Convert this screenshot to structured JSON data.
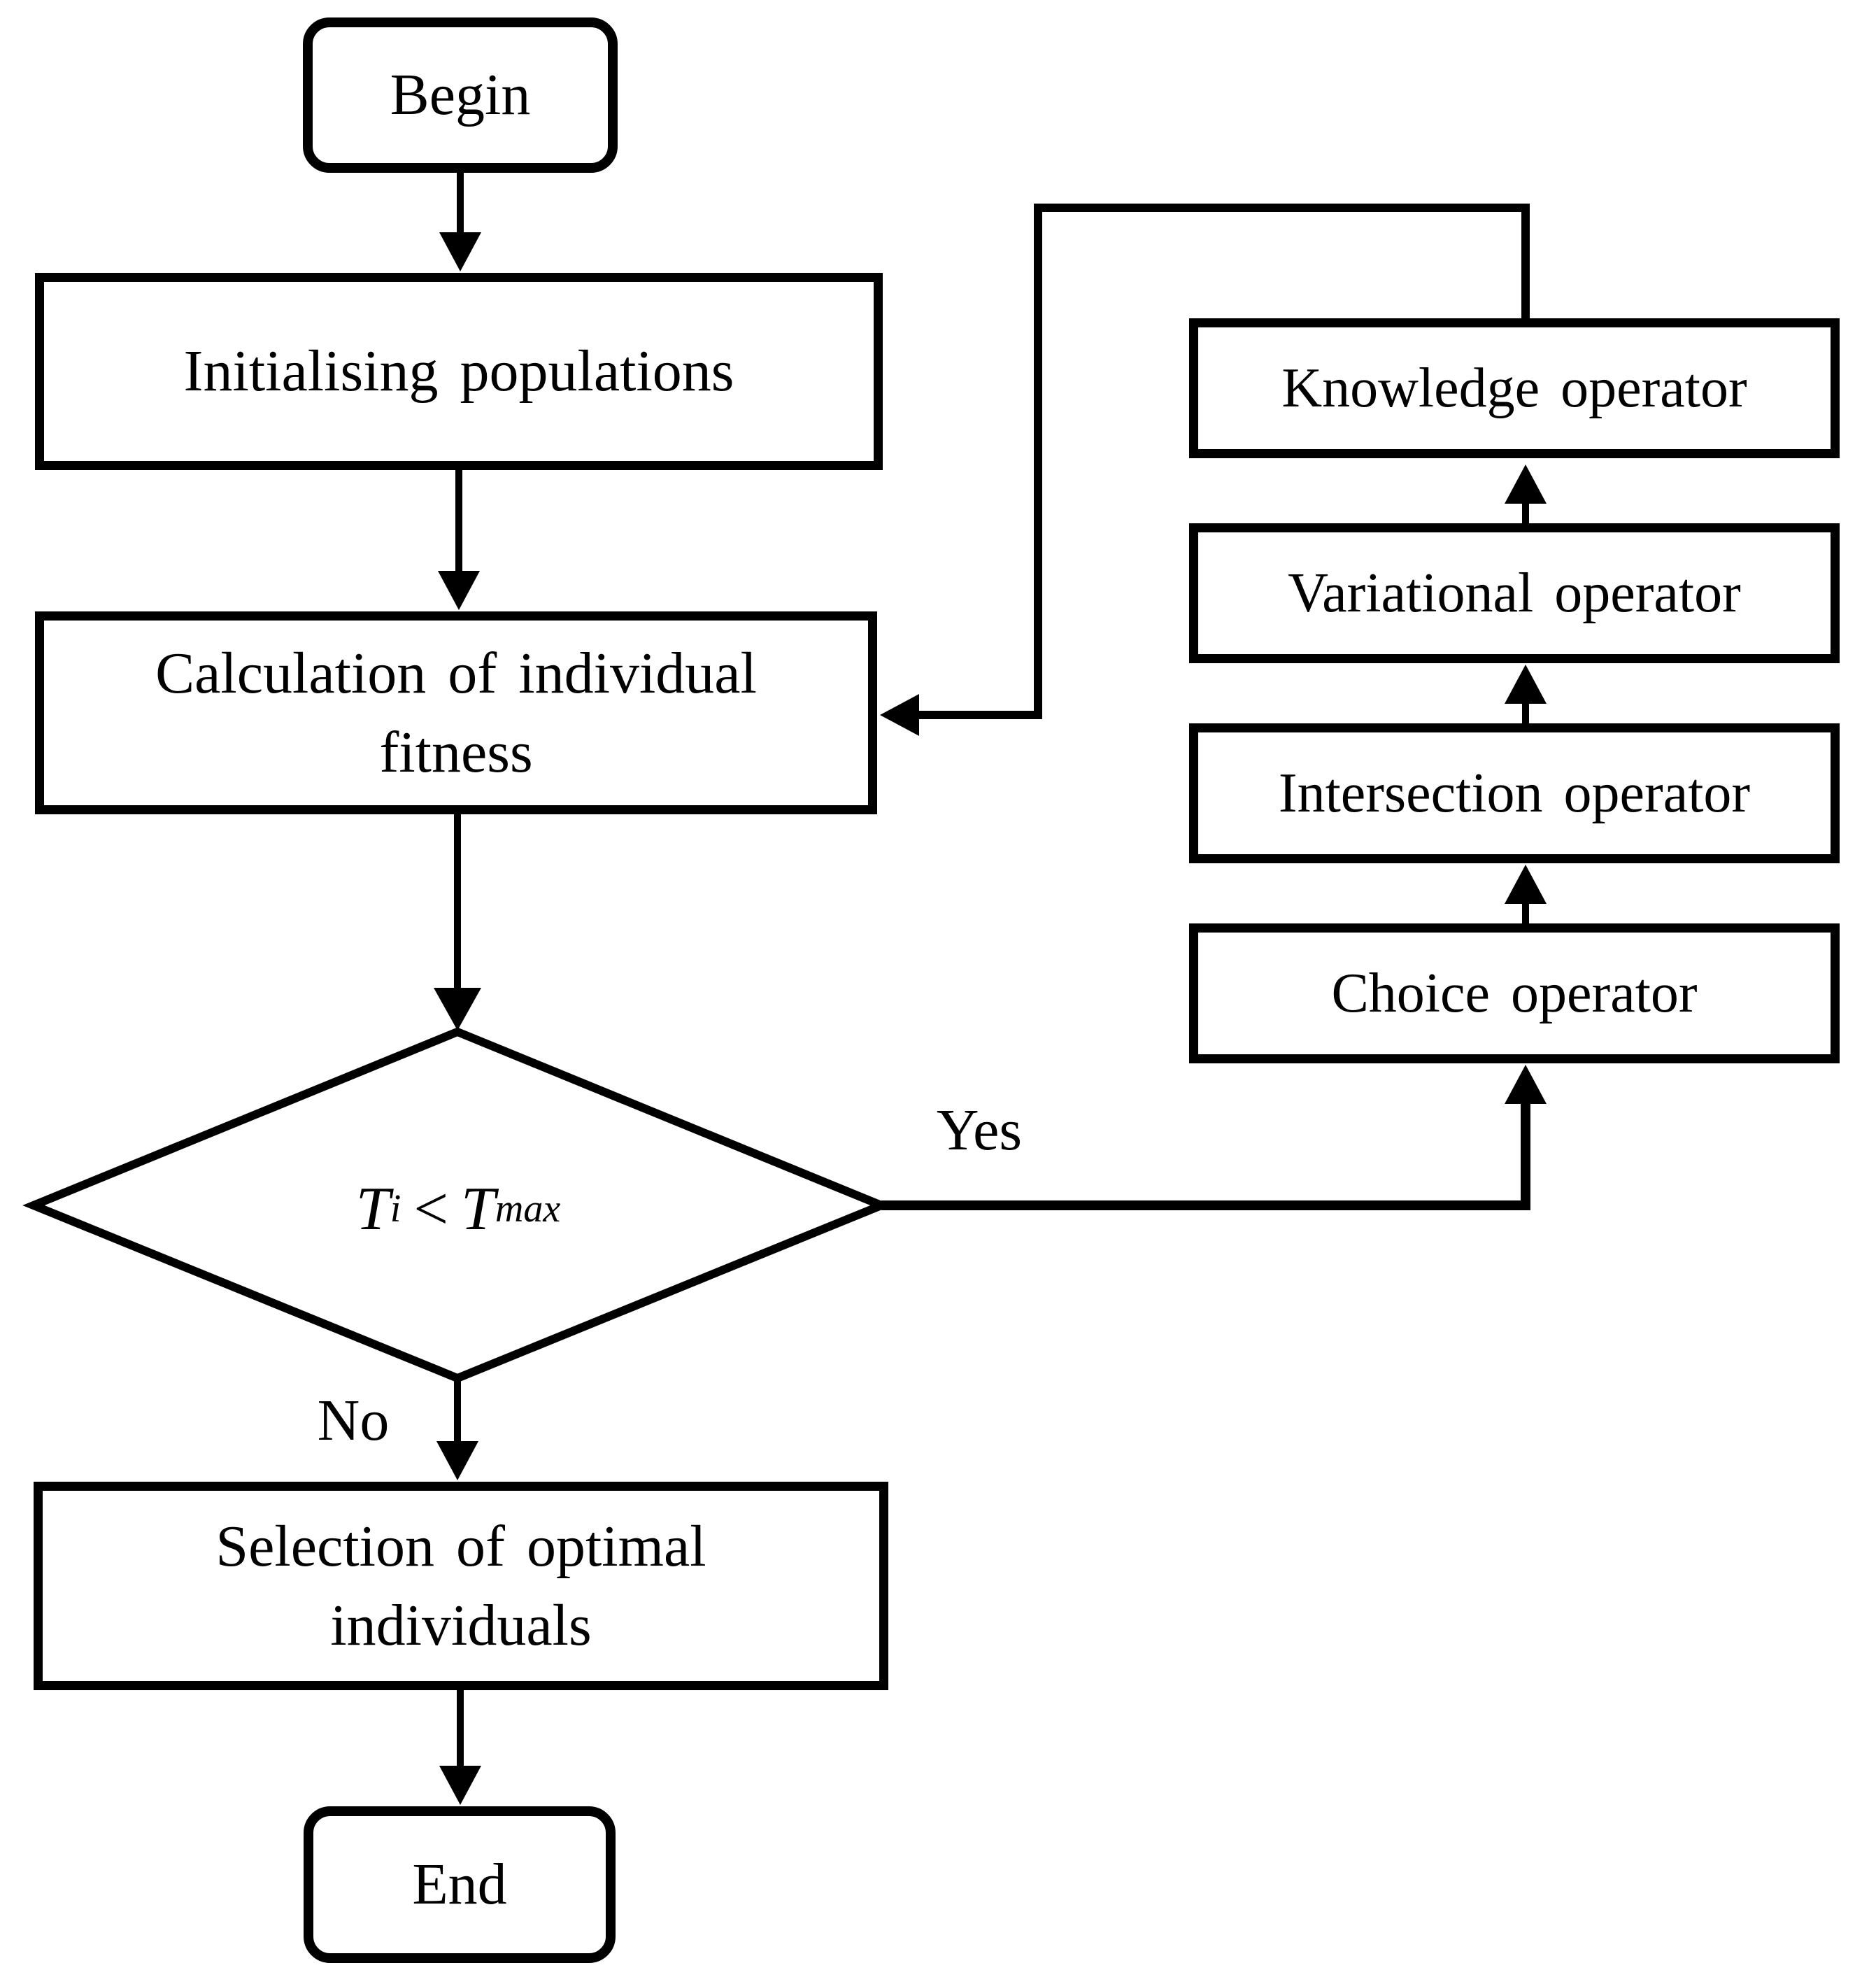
{
  "nodes": {
    "begin": {
      "label": "Begin"
    },
    "initialising": {
      "label": "Initialising populations"
    },
    "calculation": {
      "line1": "Calculation of individual",
      "line2": "fitness"
    },
    "decision": {
      "t1": "T",
      "t1_sub": "i",
      "op": "<",
      "t2": "T",
      "t2_sub": "max"
    },
    "selection": {
      "line1": "Selection of optimal",
      "line2": "individuals"
    },
    "end": {
      "label": "End"
    },
    "knowledge": {
      "label": "Knowledge operator"
    },
    "variational": {
      "label": "Variational operator"
    },
    "intersection": {
      "label": "Intersection operator"
    },
    "choice": {
      "label": "Choice operator"
    }
  },
  "edges": {
    "yes_label": "Yes",
    "no_label": "No"
  },
  "colors": {
    "stroke": "#000000",
    "background": "#ffffff"
  }
}
